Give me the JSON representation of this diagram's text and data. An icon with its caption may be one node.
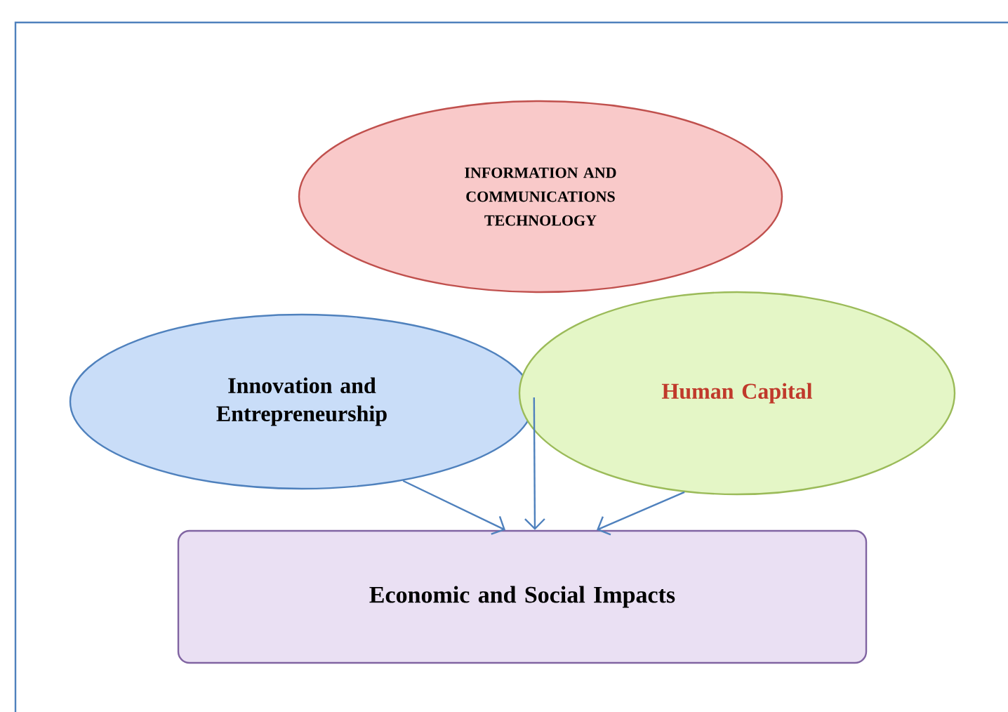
{
  "diagram": {
    "nodes": [
      {
        "text": [
          "INFORMATION AND COMMUNICATIONS TECHNOLOGY"
        ]
      },
      {
        "text": [
          "Innovation and Entrepreneurship"
        ]
      },
      {
        "text": [
          "Human Capital"
        ]
      },
      {
        "text": [
          "Economic and Social Impacts"
        ]
      }
    ],
    "edges": [
      {
        "from": 1,
        "to": 3,
        "arrow": "to"
      },
      {
        "from": 2,
        "to": 3,
        "arrow": "to"
      },
      {
        "from": 2,
        "to": 3,
        "arrow": "to"
      }
    ]
  }
}
